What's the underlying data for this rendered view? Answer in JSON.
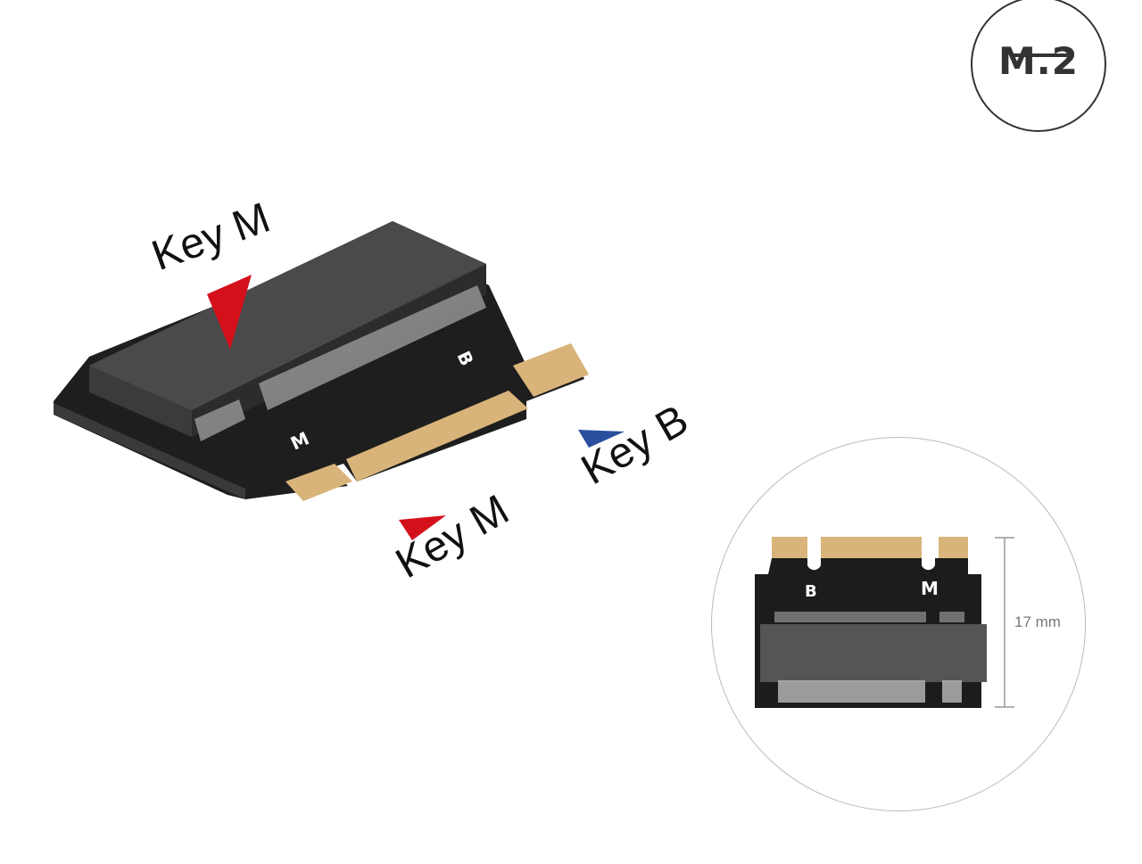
{
  "badge": {
    "text": "M.2"
  },
  "labels": {
    "key_m_top": "Key M",
    "key_m_bottom": "Key M",
    "key_b": "Key B"
  },
  "board_marks": {
    "b": "B",
    "m": "M"
  },
  "inset": {
    "mark_b": "B",
    "mark_m": "M",
    "dimension": "17 mm"
  },
  "colors": {
    "key_m_arrow": "#d4111b",
    "key_b_arrow": "#2b4f9e",
    "gold": "#d9b47a",
    "pcb": "#1c1c1c"
  }
}
